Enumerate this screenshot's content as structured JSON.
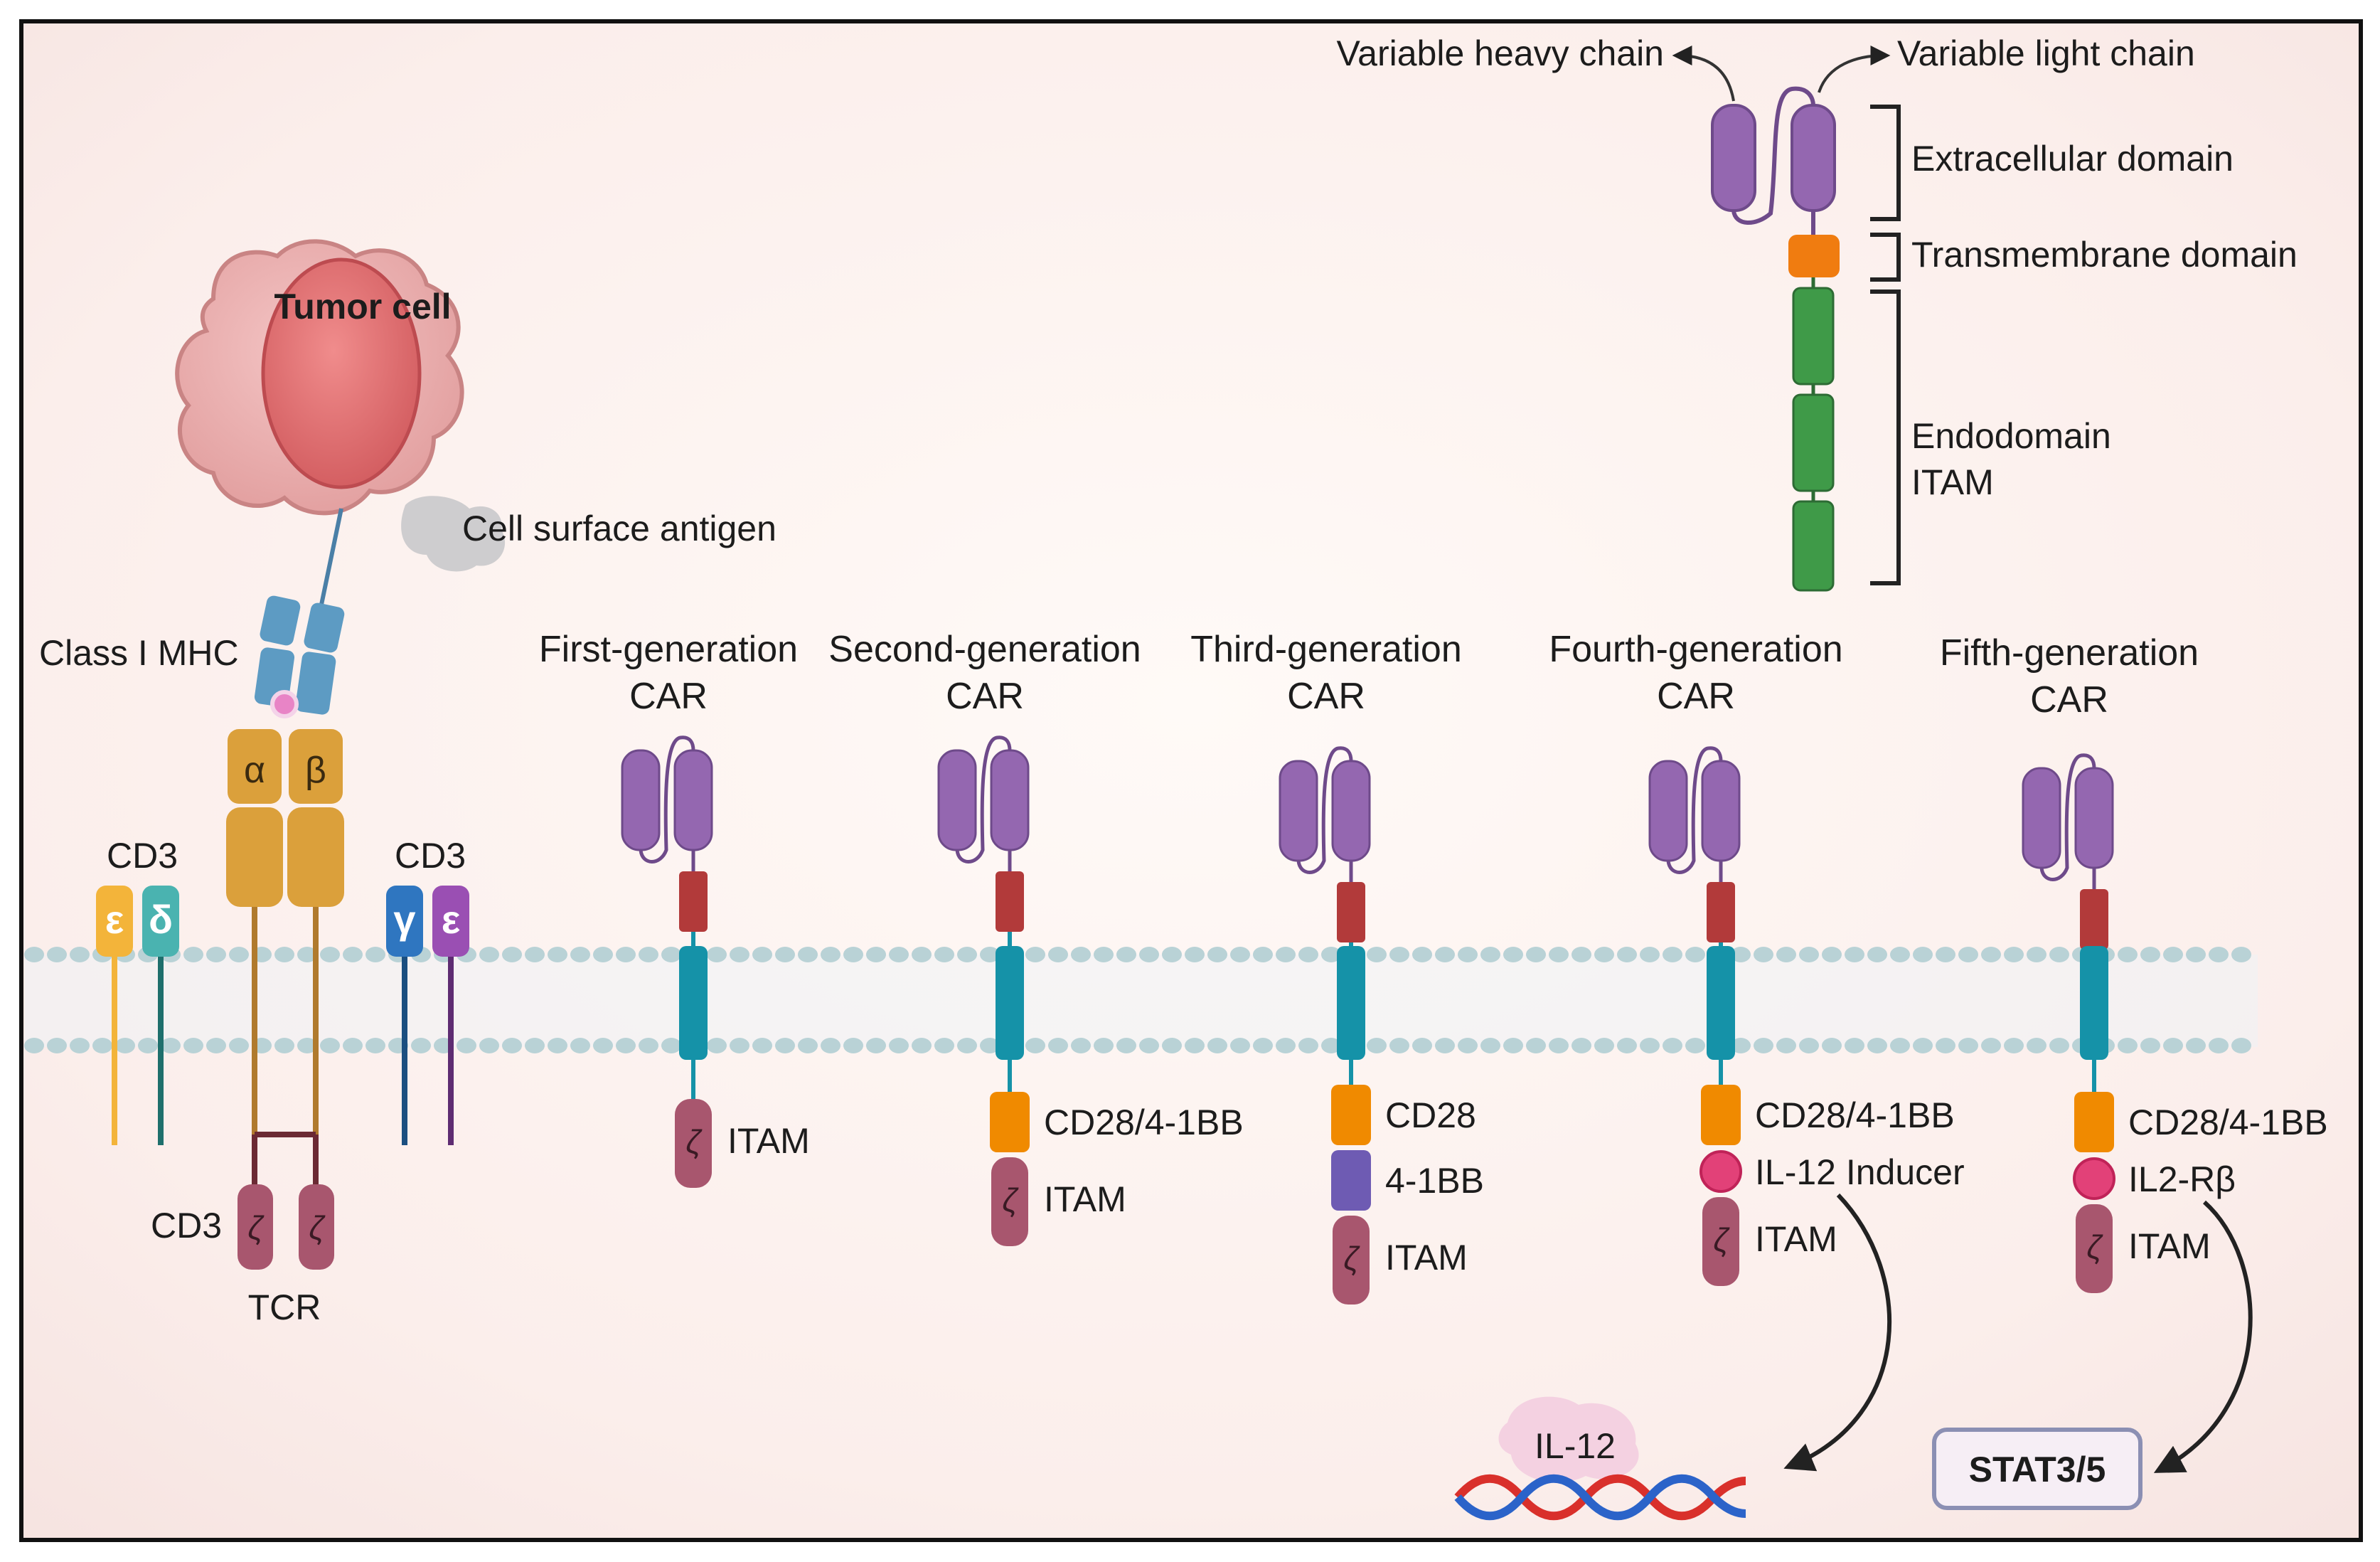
{
  "structure": {
    "variable_heavy_chain": "Variable heavy chain",
    "variable_light_chain": "Variable light chain",
    "extracellular_domain": "Extracellular domain",
    "transmembrane_domain": "Transmembrane domain",
    "endodomain_line1": "Endodomain",
    "endodomain_line2": "ITAM"
  },
  "tcr": {
    "tumor_cell": "Tumor cell",
    "cell_surface_antigen": "Cell surface antigen",
    "class_i_mhc": "Class I MHC",
    "alpha": "α",
    "beta": "β",
    "cd3_left": "CD3",
    "cd3_right": "CD3",
    "epsilon_left": "ε",
    "delta": "δ",
    "gamma": "γ",
    "epsilon_right": "ε",
    "cd3_zeta_label": "CD3",
    "zeta1": "ζ",
    "zeta2": "ζ",
    "tcr_label": "TCR"
  },
  "generations": [
    {
      "line1": "First-generation",
      "line2": "CAR",
      "domains": [],
      "zeta": "ζ",
      "itam": "ITAM"
    },
    {
      "line1": "Second-generation",
      "line2": "CAR",
      "domains": [
        "CD28/4-1BB"
      ],
      "zeta": "ζ",
      "itam": "ITAM"
    },
    {
      "line1": "Third-generation",
      "line2": "CAR",
      "domains": [
        "CD28",
        "4-1BB"
      ],
      "zeta": "ζ",
      "itam": "ITAM"
    },
    {
      "line1": "Fourth-generation",
      "line2": "CAR",
      "domains": [
        "CD28/4-1BB",
        "IL-12 Inducer"
      ],
      "zeta": "ζ",
      "itam": "ITAM"
    },
    {
      "line1": "Fifth-generation",
      "line2": "CAR",
      "domains": [
        "CD28/4-1BB",
        "IL2-Rβ"
      ],
      "zeta": "ζ",
      "itam": "ITAM"
    }
  ],
  "outputs": {
    "il12": "IL-12",
    "stat": "STAT3/5"
  },
  "colors": {
    "scfv": "#9467b0",
    "hinge": "#b23a3a",
    "transmembrane": "#1592a8",
    "costim": "#f08a00",
    "fourbb": "#6e5bb3",
    "zeta": "#a8566e",
    "itam_green": "#3f9a48",
    "tm_orange": "#f07c10",
    "membrane": "#b9d2d6"
  }
}
